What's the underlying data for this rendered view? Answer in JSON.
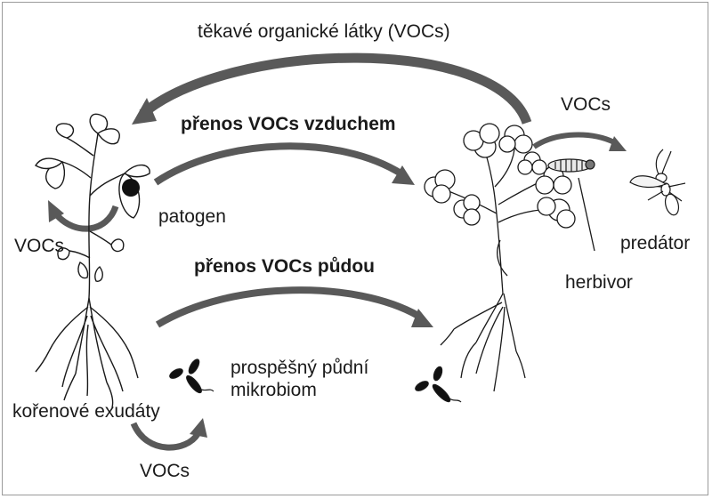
{
  "labels": {
    "top_vocs": "těkavé organické látky (VOCs)",
    "air_transfer": "přenos VOCs vzduchem",
    "soil_transfer": "přenos VOCs půdou",
    "vocs_right": "VOCs",
    "vocs_left": "VOCs",
    "vocs_bottom": "VOCs",
    "pathogen": "patogen",
    "predator": "predátor",
    "herbivore": "herbivor",
    "root_exudates": "kořenové exudáty",
    "microbiome_line1": "prospěšný půdní",
    "microbiome_line2": "mikrobiom"
  },
  "colors": {
    "arrow": "#595959",
    "ink": "#1a1a1a",
    "frame": "#9a9a9a"
  }
}
